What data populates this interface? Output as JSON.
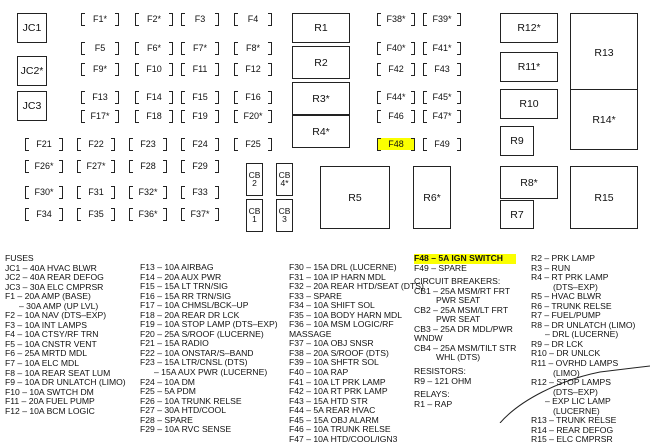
{
  "blocks": [
    {
      "id": "JC1",
      "label": "JC1"
    },
    {
      "id": "JC2",
      "label": "JC2*"
    },
    {
      "id": "JC3",
      "label": "JC3"
    },
    {
      "id": "R1",
      "label": "R1"
    },
    {
      "id": "R2",
      "label": "R2"
    },
    {
      "id": "R3",
      "label": "R3*"
    },
    {
      "id": "R4",
      "label": "R4*"
    },
    {
      "id": "R5",
      "label": "R5"
    },
    {
      "id": "R6",
      "label": "R6*"
    },
    {
      "id": "R7",
      "label": "R7"
    },
    {
      "id": "R8",
      "label": "R8*"
    },
    {
      "id": "R9",
      "label": "R9"
    },
    {
      "id": "R10",
      "label": "R10"
    },
    {
      "id": "R11",
      "label": "R11*"
    },
    {
      "id": "R12",
      "label": "R12*"
    },
    {
      "id": "R13",
      "label": "R13"
    },
    {
      "id": "R14",
      "label": "R14*"
    },
    {
      "id": "R15",
      "label": "R15"
    },
    {
      "id": "CB2",
      "label": "CB\n2"
    },
    {
      "id": "CB4",
      "label": "CB\n4*"
    },
    {
      "id": "CB1",
      "label": "CB\n1"
    },
    {
      "id": "CB3",
      "label": "CB\n3"
    }
  ],
  "fuses": [
    "F1*",
    "F2*",
    "F3",
    "F4",
    "F5",
    "F6*",
    "F7*",
    "F8*",
    "F9*",
    "F10",
    "F11",
    "F12",
    "F13",
    "F14",
    "F15",
    "F16",
    "F17*",
    "F18",
    "F19",
    "F20*",
    "F21",
    "F22",
    "F23",
    "F24",
    "F25",
    "F26*",
    "F27*",
    "F28",
    "F29",
    "F30*",
    "F31",
    "F32*",
    "F33",
    "F34",
    "F35",
    "F36*",
    "F37*",
    "F38*",
    "F39*",
    "F40*",
    "F41*",
    "F42",
    "F43",
    "F44*",
    "F45*",
    "F46",
    "F47*",
    "F48",
    "F49"
  ],
  "legend": {
    "col1": [
      "FUSES",
      "JC1 – 40A HVAC BLWR",
      "JC2 – 40A REAR DEFOG",
      "JC3 – 30A ELC CMPRSR",
      "F1 – 20A AMP (BASE)",
      "– 30A AMP (UP LVL)",
      "F2 – 10A NAV (DTS–EXP)",
      "F3 – 10A INT LAMPS",
      "F4 – 10A CTSY/RF TRN",
      "F5 – 10A CNSTR VENT",
      "F6 – 25A MRTD MDL",
      "F7 – 10A ELC MDL",
      "F8 – 10A REAR SEAT LUM",
      "F9 – 10A DR UNLATCH (LIMO)",
      "F10 – 10A SWTCH DM",
      "F11 – 20A FUEL PUMP",
      "F12 – 10A BCM LOGIC"
    ],
    "col2": [
      "F13 – 10A AIRBAG",
      "F14 – 20A AUX PWR",
      "F15 – 15A LT TRN/SIG",
      "F16 – 15A RR TRN/SIG",
      "F17 – 10A CHMSL/BCK–UP",
      "F18 – 20A REAR DR LCK",
      "F19 – 10A STOP LAMP (DTS–EXP)",
      "F20 – 25A S/ROOF (LUCERNE)",
      "F21 – 15A RADIO",
      "F22 – 10A ONSTAR/S–BAND",
      "F23 – 15A LTR/CNSL (DTS)",
      "– 15A AUX PWR (LUCERNE)",
      "F24 – 10A DM",
      "F25 – 5A PDM",
      "F26 – 10A TRUNK RELSE",
      "F27 – 30A HTD/COOL",
      "F28 – SPARE",
      "F29 – 10A RVC SENSE"
    ],
    "col3": [
      "F30 – 15A DRL (LUCERNE)",
      "F31 – 10A IP HARN MDL",
      "F32 – 20A REAR HTD/SEAT (DTS)",
      "F33 – SPARE",
      "F34 – 10A SHIFT SOL",
      "F35 – 10A BODY HARN MDL",
      "F36 – 10A MSM LOGIC/RF",
      "MASSAGE",
      "F37 – 10A OBJ SNSR",
      "F38 – 20A S/ROOF (DTS)",
      "F39 – 10A SHFTR SOL",
      "F40 – 10A RAP",
      "F41 – 10A LT PRK LAMP",
      "F42 – 10A RT PRK LAMP",
      "F43 – 15A HTD STR",
      "F44 – 5A REAR HVAC",
      "F45 – 15A OBJ ALARM",
      "F46 – 10A TRUNK RELSE",
      "F47 – 10A HTD/COOL/IGN3"
    ],
    "col4": [
      "F48 – 5A IGN SWITCH",
      "F49 – SPARE",
      "",
      "CIRCUIT BREAKERS:",
      "CB1 – 25A MSM/RT FRT",
      "PWR SEAT",
      "CB2 – 25A MSM/LT FRT",
      "PWR SEAT",
      "CB3 – 25A DR MDL/PWR",
      "WNDW",
      "CB4 – 25A MSM/TILT STR",
      "WHL (DTS)",
      "",
      "RESISTORS:",
      "R9 – 121 OHM",
      "",
      "RELAYS:",
      "R1 – RAP"
    ],
    "col5": [
      "R2 – PRK LAMP",
      "R3 – RUN",
      "R4 – RT PRK LAMP",
      "(DTS–EXP)",
      "R5 – HVAC BLWR",
      "R6 – TRUNK RELSE",
      "R7 – FUEL/PUMP",
      "R8 – DR UNLATCH (LIMO)",
      "– DRL (LUCERNE)",
      "R9 – DR LCK",
      "R10 – DR UNLCK",
      "R11 – OVRHD LAMPS",
      "(LIMO)",
      "R12 – STOP LAMPS",
      "(DTS–EXP)",
      "– EXP LIC LAMP",
      "(LUCERNE)",
      "R13 – TRUNK RELSE",
      "R14 – REAR DEFOG",
      "R15 – ELC CMPRSR"
    ]
  },
  "colors": {
    "highlight": "#fbff00",
    "line": "#222222"
  }
}
